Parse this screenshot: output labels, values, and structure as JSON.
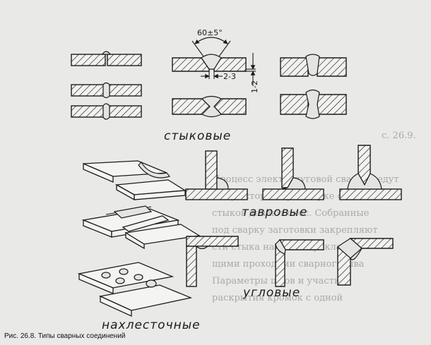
{
  "caption": "Рис. 26.8. Типы сварных соединений",
  "groups": {
    "butt": "стыковые",
    "tee": "тавровые",
    "corner": "угловые",
    "lap": "нахлесточные"
  },
  "dimensions": {
    "angle": "60±5°",
    "gap": "2-3",
    "bluntness": "1-2"
  },
  "colors": {
    "paper": "#e9e9e7",
    "ink": "#1c1c1c"
  }
}
